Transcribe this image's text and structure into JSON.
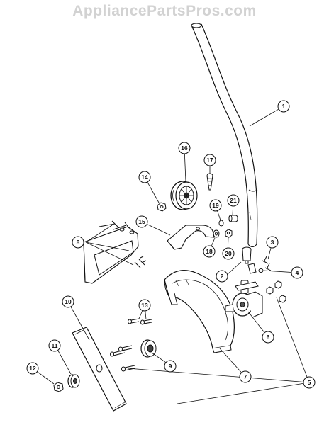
{
  "watermark": "AppliancePartsPros.com",
  "callouts": [
    {
      "id": "callout-1",
      "label": "1"
    },
    {
      "id": "callout-2",
      "label": "2"
    },
    {
      "id": "callout-3",
      "label": "3"
    },
    {
      "id": "callout-4",
      "label": "4"
    },
    {
      "id": "callout-5",
      "label": "5"
    },
    {
      "id": "callout-6",
      "label": "6"
    },
    {
      "id": "callout-7",
      "label": "7"
    },
    {
      "id": "callout-8",
      "label": "8"
    },
    {
      "id": "callout-9",
      "label": "9"
    },
    {
      "id": "callout-10",
      "label": "10"
    },
    {
      "id": "callout-11",
      "label": "11"
    },
    {
      "id": "callout-12",
      "label": "12"
    },
    {
      "id": "callout-13",
      "label": "13"
    },
    {
      "id": "callout-14",
      "label": "14"
    },
    {
      "id": "callout-15",
      "label": "15"
    },
    {
      "id": "callout-16",
      "label": "16"
    },
    {
      "id": "callout-17",
      "label": "17"
    },
    {
      "id": "callout-18",
      "label": "18"
    },
    {
      "id": "callout-19",
      "label": "19"
    },
    {
      "id": "callout-20",
      "label": "20"
    },
    {
      "id": "callout-21",
      "label": "21"
    }
  ],
  "colors": {
    "line": "#111111",
    "watermark": "#d2d2d2",
    "shade": "#888888"
  }
}
